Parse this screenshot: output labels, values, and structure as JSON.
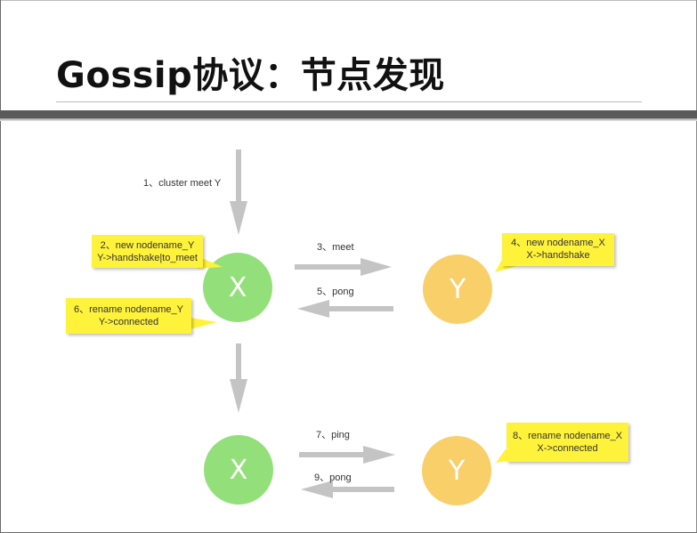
{
  "title": "Gossip协议：节点发现",
  "colors": {
    "node_x": "#93e07a",
    "node_y": "#f9cf6a",
    "note_bg": "#fff23a",
    "arrow": "#c4c4c4",
    "header_bar": "#5a5a5a"
  },
  "nodes": {
    "x_top": "X",
    "y_top": "Y",
    "x_bottom": "X",
    "y_bottom": "Y"
  },
  "steps": {
    "cluster_meet": "1、cluster meet Y",
    "meet": "3、meet",
    "pong_top": "5、pong",
    "ping": "7、ping",
    "pong_bottom": "9、pong"
  },
  "notes": {
    "new_nodename_y": {
      "line1": "2、new nodename_Y",
      "line2": "Y->handshake|to_meet"
    },
    "rename_nodename_y": {
      "line1": "6、rename nodename_Y",
      "line2": "Y->connected"
    },
    "new_nodename_x": {
      "line1": "4、new nodename_X",
      "line2": "X->handshake"
    },
    "rename_nodename_x": {
      "line1": "8、rename nodename_X",
      "line2": "X->connected"
    }
  }
}
